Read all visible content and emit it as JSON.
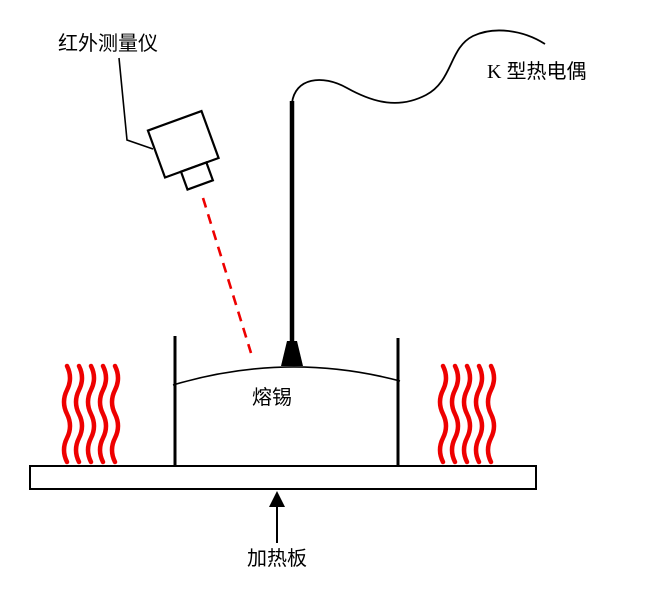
{
  "diagram": {
    "title": "solder-temperature-measurement-setup",
    "labels": {
      "ir_meter": "红外测量仪",
      "thermocouple": "K 型热电偶",
      "solder": "熔锡",
      "heater": "加热板"
    },
    "colors": {
      "heat": "#ee0000",
      "laser": "#ee0000",
      "ink": "#000000",
      "fill": "#ffffff"
    }
  }
}
